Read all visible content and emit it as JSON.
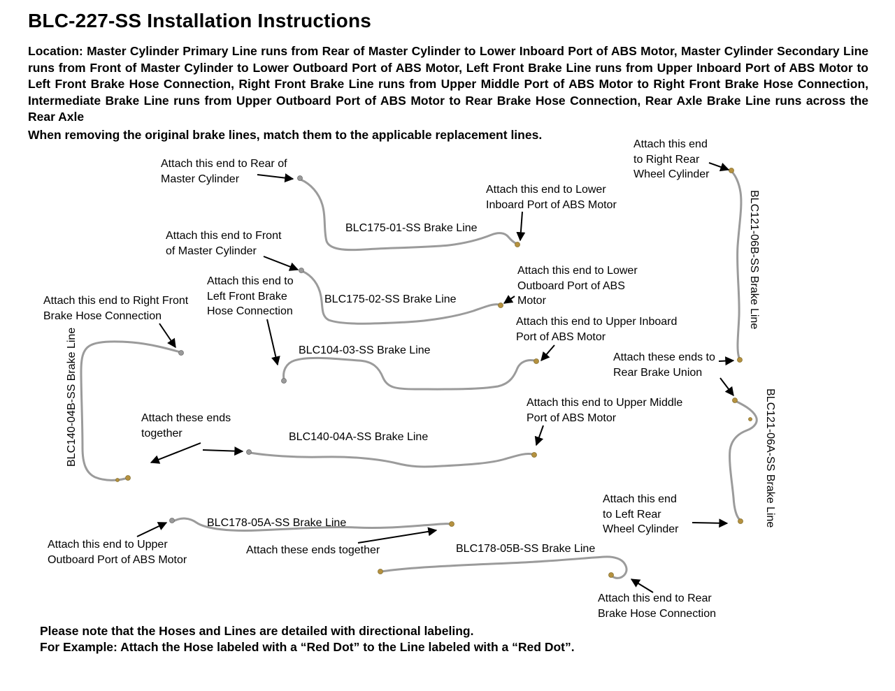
{
  "title": "BLC-227-SS Installation Instructions",
  "location_paragraph": "Location: Master Cylinder Primary Line runs from Rear of Master Cylinder to Lower Inboard Port of ABS Motor, Master Cylinder Secondary Line runs from Front of Master Cylinder to Lower Outboard Port of ABS Motor, Left Front Brake Line runs from Upper Inboard Port of ABS Motor to Left Front Brake Hose Connection, Right Front Brake Line runs from Upper Middle Port of ABS Motor to Right Front Brake Hose Connection, Intermediate Brake Line runs from Upper Outboard Port of ABS Motor to Rear Brake Hose Connection, Rear Axle Brake Line runs across the Rear Axle",
  "intro_note": "When removing the original brake lines, match them to the applicable replacement lines.",
  "annotations": {
    "rear_of_master_cylinder": "Attach this end to Rear of\nMaster Cylinder",
    "right_rear_wheel_cylinder": "Attach this end\nto Right Rear\nWheel Cylinder",
    "lower_inboard_port_abs": "Attach this end to Lower\nInboard Port of ABS Motor",
    "front_of_master_cylinder": "Attach this end to Front\nof Master Cylinder",
    "lower_outboard_port_abs": "Attach this end to Lower\nOutboard Port of ABS\nMotor",
    "left_front_brake_hose": "Attach this end to\nLeft Front Brake\nHose Connection",
    "right_front_brake_hose": "Attach this end to Right Front\nBrake Hose Connection",
    "upper_inboard_port_abs": "Attach this end to Upper Inboard\nPort of ABS Motor",
    "rear_brake_union": "Attach these ends to\nRear Brake Union",
    "upper_middle_port_abs": "Attach this end to Upper Middle\nPort of ABS Motor",
    "ends_together_left": "Attach these ends\ntogether",
    "left_rear_wheel_cylinder": "Attach this end\nto Left Rear\nWheel Cylinder",
    "upper_outboard_port_abs": "Attach this end to Upper\nOutboard Port of ABS Motor",
    "ends_together_bottom": "Attach these ends together",
    "rear_brake_hose_connection": "Attach this end to Rear\nBrake Hose Connection"
  },
  "line_labels": {
    "blc175_01": "BLC175-01-SS Brake Line",
    "blc175_02": "BLC175-02-SS Brake Line",
    "blc104_03": "BLC104-03-SS Brake Line",
    "blc140_04a": "BLC140-04A-SS Brake Line",
    "blc140_04b": "BLC140-04B-SS Brake Line",
    "blc178_05a": "BLC178-05A-SS Brake Line",
    "blc178_05b": "BLC178-05B-SS Brake Line",
    "blc121_06a": "BLC121-06A-SS Brake Line",
    "blc121_06b": "BLC121-06B-SS Brake Line"
  },
  "footer": {
    "note1": "Please note that the Hoses and Lines are detailed with directional labeling.",
    "note2": "For Example: Attach the Hose labeled with a “Red Dot” to the Line labeled with a “Red Dot”."
  },
  "colors": {
    "tube": "#9b9b9b",
    "fitting": "#b5913f",
    "arrow": "#000000",
    "text": "#000000"
  }
}
